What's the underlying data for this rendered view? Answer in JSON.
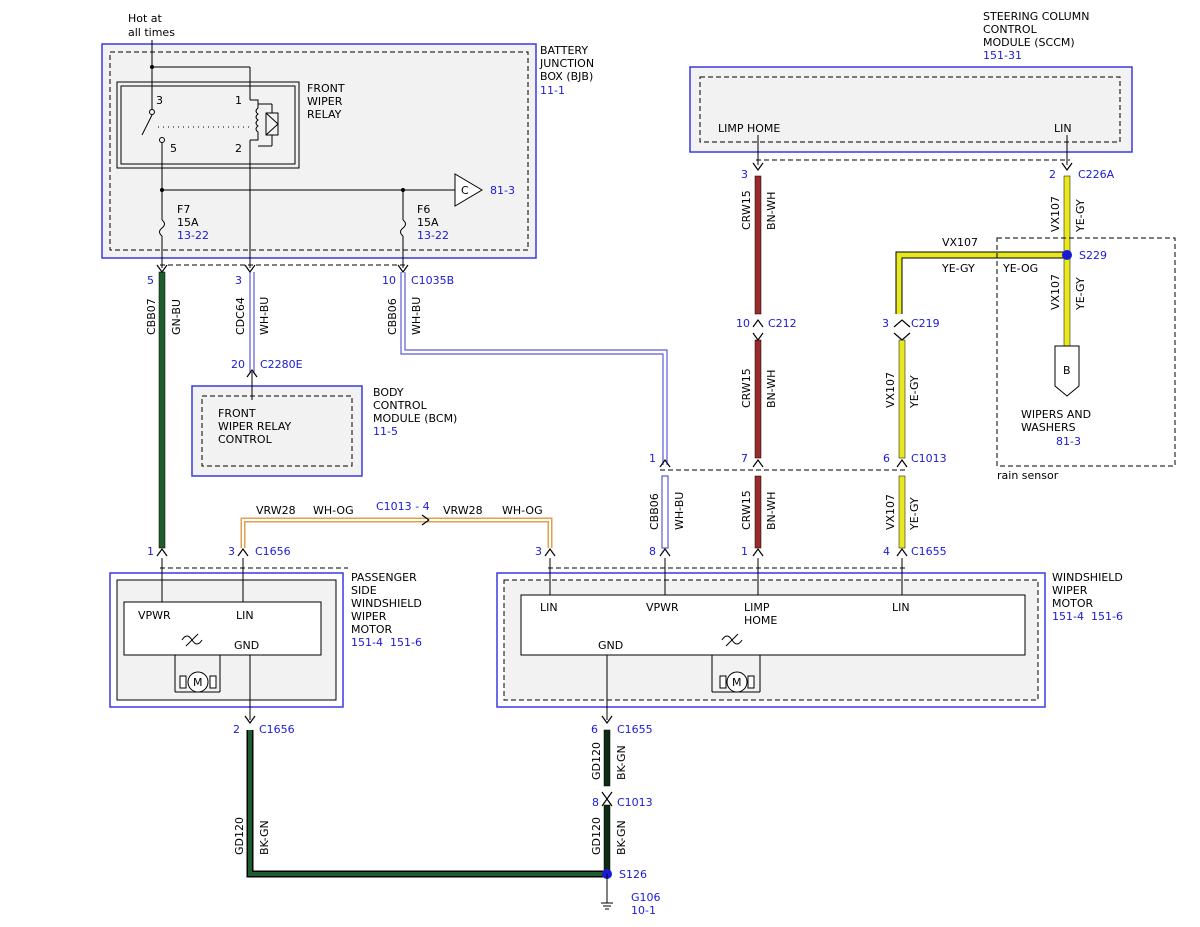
{
  "colors": {
    "module_border": "#3a3ae0",
    "module_fill": "#f2f2f2",
    "wire_dark_green": "#1e5e2e",
    "wire_brown_red": "#9b2b2b",
    "wire_yellow": "#e8e820",
    "wire_blue_white": "#5a5ad8",
    "wire_orange_white": "#e0a050",
    "wire_black_green": "#0e2a12",
    "link_blue": "#1a1ad6"
  },
  "supply": {
    "hot_label_1": "Hot at",
    "hot_label_2": "all times"
  },
  "bjb": {
    "name_1": "BATTERY",
    "name_2": "JUNCTION",
    "name_3": "BOX (BJB)",
    "ref": "11-1"
  },
  "relay": {
    "name_1": "FRONT",
    "name_2": "WIPER",
    "name_3": "RELAY",
    "pin_3": "3",
    "pin_5": "5",
    "pin_1": "1",
    "pin_2": "2"
  },
  "fuse_f7": {
    "name": "F7",
    "rating": "15A",
    "ref": "13-22"
  },
  "fuse_f6": {
    "name": "F6",
    "rating": "15A",
    "ref": "13-22"
  },
  "connector_c": {
    "letter": "C",
    "ref": "81-3"
  },
  "bjb_pins": {
    "pin_5": "5",
    "pin_3": "3",
    "pin_10": "10",
    "conn_10": "C1035B"
  },
  "wires": {
    "cbb07": "CBB07",
    "gn_bu": "GN-BU",
    "cdc64": "CDC64",
    "wh_bu_1": "WH-BU",
    "cbb06_a": "CBB06",
    "wh_bu_2": "WH-BU",
    "cbb06_b": "CBB06",
    "wh_bu_3": "WH-BU",
    "crw15_a": "CRW15",
    "bn_wh_a": "BN-WH",
    "crw15_b": "CRW15",
    "bn_wh_b": "BN-WH",
    "crw15_c": "CRW15",
    "bn_wh_c": "BN-WH",
    "vx107_a": "VX107",
    "ye_gy_a": "YE-GY",
    "vx107_b": "VX107",
    "ye_gy_b": "YE-GY",
    "vx107_c": "VX107",
    "ye_gy_c": "YE-GY",
    "vx107_d": "VX107",
    "ye_gy_d": "YE-GY",
    "vx107_h": "VX107",
    "ye_gy_h": "YE-GY",
    "ye_og": "YE-OG",
    "vrw28_a": "VRW28",
    "wh_og_a": "WH-OG",
    "vrw28_b": "VRW28",
    "wh_og_b": "WH-OG",
    "c1013_4": "C1013 - 4",
    "gd120_a": "GD120",
    "bk_gn_a": "BK-GN",
    "gd120_b": "GD120",
    "bk_gn_b": "BK-GN",
    "gd120_c": "GD120",
    "bk_gn_c": "BK-GN"
  },
  "bcm": {
    "name_1": "BODY",
    "name_2": "CONTROL",
    "name_3": "MODULE (BCM)",
    "ref": "11-5",
    "func_1": "FRONT",
    "func_2": "WIPER RELAY",
    "func_3": "CONTROL",
    "pin": "20",
    "conn": "C2280E"
  },
  "sccm": {
    "name_1": "STEERING COLUMN",
    "name_2": "CONTROL",
    "name_3": "MODULE (SCCM)",
    "ref": "151-31",
    "limp_home": "LIMP HOME",
    "lin": "LIN",
    "pin_3": "3",
    "pin_2": "2",
    "conn_2": "C226A"
  },
  "splice_s229": {
    "name": "S229"
  },
  "rain_sensor": {
    "label": "rain sensor",
    "plug": "B",
    "name_1": "WIPERS AND",
    "name_2": "WASHERS",
    "ref": "81-3"
  },
  "inline_connectors": {
    "c212_pin": "10",
    "c212": "C212",
    "c219_pin": "3",
    "c219": "C219",
    "c1013_pin_1": "1",
    "c1013_pin_7": "7",
    "c1013_pin_6": "6",
    "c1013": "C1013"
  },
  "pass_motor": {
    "name_1": "PASSENGER",
    "name_2": "SIDE",
    "name_3": "WINDSHIELD",
    "name_4": "WIPER",
    "name_5": "MOTOR",
    "ref_1": "151-4",
    "ref_2": "151-6",
    "vpwr": "VPWR",
    "lin": "LIN",
    "gnd": "GND",
    "motor": "M",
    "pin_1": "1",
    "pin_3": "3",
    "conn": "C1656",
    "pin_2": "2",
    "conn_2": "C1656"
  },
  "ws_motor": {
    "name_1": "WINDSHIELD",
    "name_2": "WIPER",
    "name_3": "MOTOR",
    "ref_1": "151-4",
    "ref_2": "151-6",
    "lin_1": "LIN",
    "vpwr": "VPWR",
    "limp_1": "LIMP",
    "limp_2": "HOME",
    "lin_2": "LIN",
    "gnd": "GND",
    "motor": "M",
    "pin_3": "3",
    "pin_8": "8",
    "pin_1": "1",
    "pin_4": "4",
    "conn": "C1655",
    "pin_6": "6",
    "conn_6": "C1655"
  },
  "ground": {
    "c1013_pin": "8",
    "c1013": "C1013",
    "splice": "S126",
    "ground_name": "G106",
    "ground_ref": "10-1"
  }
}
